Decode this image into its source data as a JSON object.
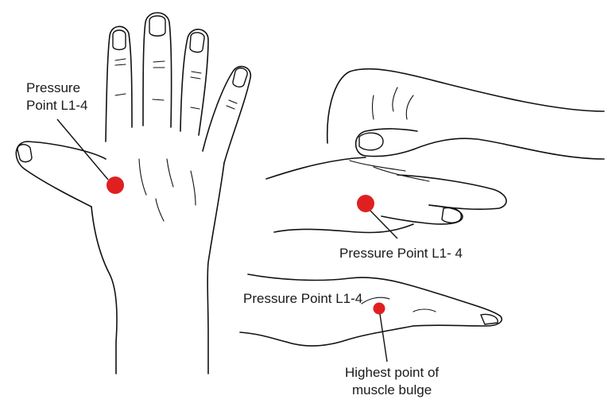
{
  "colors": {
    "point": "#e02020",
    "outline": "#111111",
    "background": "#ffffff"
  },
  "labels": {
    "back_of_hand": {
      "line1": "Pressure",
      "line2": "Point L1-4"
    },
    "pinch_view": "Pressure Point L1- 4",
    "side_view": "Pressure Point L1-4",
    "bulge_note": {
      "line1": "Highest point of",
      "line2": "muscle bulge"
    }
  }
}
